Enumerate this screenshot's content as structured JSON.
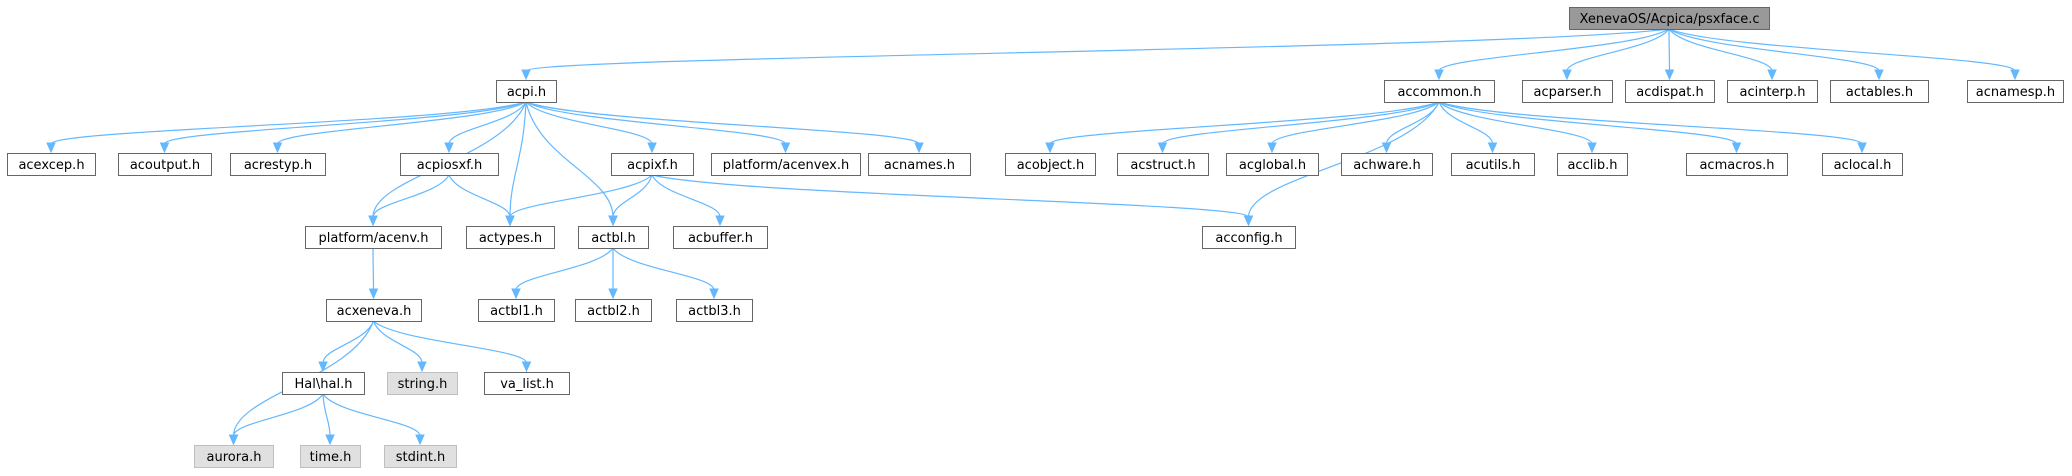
{
  "graph": {
    "nodes": [
      {
        "id": "psxface",
        "label": "XenevaOS/Acpica/psxface.c",
        "style": "root"
      },
      {
        "id": "acpi",
        "label": "acpi.h",
        "style": "normal"
      },
      {
        "id": "accommon",
        "label": "accommon.h",
        "style": "normal"
      },
      {
        "id": "acparser",
        "label": "acparser.h",
        "style": "normal"
      },
      {
        "id": "acdispat",
        "label": "acdispat.h",
        "style": "normal"
      },
      {
        "id": "acinterp",
        "label": "acinterp.h",
        "style": "normal"
      },
      {
        "id": "actables",
        "label": "actables.h",
        "style": "normal"
      },
      {
        "id": "acnamesp",
        "label": "acnamesp.h",
        "style": "normal"
      },
      {
        "id": "acexcep",
        "label": "acexcep.h",
        "style": "normal"
      },
      {
        "id": "acoutput",
        "label": "acoutput.h",
        "style": "normal"
      },
      {
        "id": "acrestyp",
        "label": "acrestyp.h",
        "style": "normal"
      },
      {
        "id": "acpiosxf",
        "label": "acpiosxf.h",
        "style": "normal"
      },
      {
        "id": "acpixf",
        "label": "acpixf.h",
        "style": "normal"
      },
      {
        "id": "acenvex",
        "label": "platform/acenvex.h",
        "style": "normal"
      },
      {
        "id": "acnames",
        "label": "acnames.h",
        "style": "normal"
      },
      {
        "id": "acobject",
        "label": "acobject.h",
        "style": "normal"
      },
      {
        "id": "acstruct",
        "label": "acstruct.h",
        "style": "normal"
      },
      {
        "id": "acglobal",
        "label": "acglobal.h",
        "style": "normal"
      },
      {
        "id": "achware",
        "label": "achware.h",
        "style": "normal"
      },
      {
        "id": "acutils",
        "label": "acutils.h",
        "style": "normal"
      },
      {
        "id": "acclib",
        "label": "acclib.h",
        "style": "normal"
      },
      {
        "id": "acmacros",
        "label": "acmacros.h",
        "style": "normal"
      },
      {
        "id": "aclocal",
        "label": "aclocal.h",
        "style": "normal"
      },
      {
        "id": "acenv",
        "label": "platform/acenv.h",
        "style": "normal"
      },
      {
        "id": "actypes",
        "label": "actypes.h",
        "style": "normal"
      },
      {
        "id": "actbl",
        "label": "actbl.h",
        "style": "normal"
      },
      {
        "id": "acbuffer",
        "label": "acbuffer.h",
        "style": "normal"
      },
      {
        "id": "acconfig",
        "label": "acconfig.h",
        "style": "normal"
      },
      {
        "id": "acxeneva",
        "label": "acxeneva.h",
        "style": "normal"
      },
      {
        "id": "actbl1",
        "label": "actbl1.h",
        "style": "normal"
      },
      {
        "id": "actbl2",
        "label": "actbl2.h",
        "style": "normal"
      },
      {
        "id": "actbl3",
        "label": "actbl3.h",
        "style": "normal"
      },
      {
        "id": "halh",
        "label": "Hal\\hal.h",
        "style": "normal"
      },
      {
        "id": "stringh",
        "label": "string.h",
        "style": "external"
      },
      {
        "id": "valist",
        "label": "va_list.h",
        "style": "normal"
      },
      {
        "id": "aurora",
        "label": "aurora.h",
        "style": "external"
      },
      {
        "id": "timeh",
        "label": "time.h",
        "style": "external"
      },
      {
        "id": "stdint",
        "label": "stdint.h",
        "style": "external"
      }
    ],
    "edges": [
      [
        "psxface",
        "acpi"
      ],
      [
        "psxface",
        "accommon"
      ],
      [
        "psxface",
        "acparser"
      ],
      [
        "psxface",
        "acdispat"
      ],
      [
        "psxface",
        "acinterp"
      ],
      [
        "psxface",
        "actables"
      ],
      [
        "psxface",
        "acnamesp"
      ],
      [
        "acpi",
        "acexcep"
      ],
      [
        "acpi",
        "acoutput"
      ],
      [
        "acpi",
        "acrestyp"
      ],
      [
        "acpi",
        "acenv"
      ],
      [
        "acpi",
        "acpiosxf"
      ],
      [
        "acpi",
        "actypes"
      ],
      [
        "acpi",
        "actbl"
      ],
      [
        "acpi",
        "acpixf"
      ],
      [
        "acpi",
        "acenvex"
      ],
      [
        "acpi",
        "acnames"
      ],
      [
        "acpiosxf",
        "acenv"
      ],
      [
        "acpiosxf",
        "actypes"
      ],
      [
        "acpixf",
        "actypes"
      ],
      [
        "acpixf",
        "actbl"
      ],
      [
        "acpixf",
        "acbuffer"
      ],
      [
        "acpixf",
        "acconfig"
      ],
      [
        "actbl",
        "actbl1"
      ],
      [
        "actbl",
        "actbl2"
      ],
      [
        "actbl",
        "actbl3"
      ],
      [
        "acenv",
        "acxeneva"
      ],
      [
        "acxeneva",
        "aurora"
      ],
      [
        "acxeneva",
        "halh"
      ],
      [
        "acxeneva",
        "stringh"
      ],
      [
        "acxeneva",
        "valist"
      ],
      [
        "halh",
        "aurora"
      ],
      [
        "halh",
        "timeh"
      ],
      [
        "halh",
        "stdint"
      ],
      [
        "accommon",
        "acobject"
      ],
      [
        "accommon",
        "acstruct"
      ],
      [
        "accommon",
        "acglobal"
      ],
      [
        "accommon",
        "achware"
      ],
      [
        "accommon",
        "acutils"
      ],
      [
        "accommon",
        "acclib"
      ],
      [
        "accommon",
        "acconfig"
      ],
      [
        "accommon",
        "acmacros"
      ],
      [
        "accommon",
        "aclocal"
      ]
    ]
  },
  "colors": {
    "edge": "#63b8ff",
    "node_border": "#666666",
    "root_fill": "#999999",
    "external_fill": "#e0e0e0",
    "normal_fill": "#ffffff"
  }
}
